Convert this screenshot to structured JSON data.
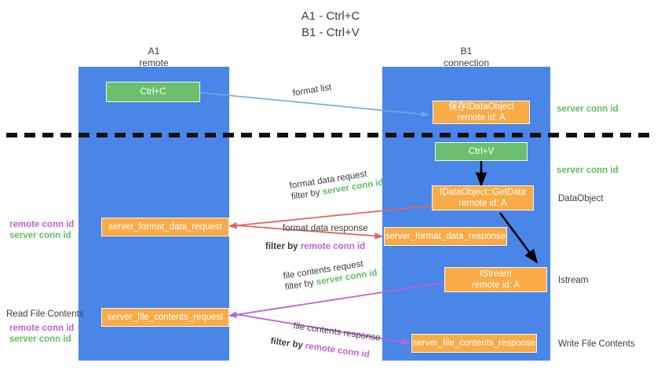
{
  "title": {
    "line1": "A1 - Ctrl+C",
    "line2": "B1 - Ctrl+V"
  },
  "lanes": [
    {
      "name": "A1",
      "subtitle": "remote"
    },
    {
      "name": "B1",
      "subtitle": "connection"
    }
  ],
  "colors": {
    "lane_blue": "#4a86e8",
    "box_green": "#6cbf6c",
    "box_orange": "#f9ab48",
    "server_conn_id_green": "#5fbf5f",
    "remote_conn_id_purple": "#c061d6",
    "arrow_blue": "#6fa8dc",
    "arrow_red": "#e06666",
    "arrow_magenta": "#c061d6",
    "arrow_black": "#000000",
    "divider_black": "#111111",
    "text": "#3c3c3c"
  },
  "boxes": {
    "ctrl_c": {
      "label": "Ctrl+C"
    },
    "save_idataobject": {
      "line1": "保存IDataObject",
      "line2": "remote id: A"
    },
    "ctrl_v": {
      "label": "Ctrl+V"
    },
    "getdata": {
      "line1": "IDataObject::GetData",
      "line2": "remote id: A"
    },
    "istream": {
      "line1": "IStream",
      "line2": "remote id: A"
    },
    "server_format_data_request": {
      "label": "server_format_data_request"
    },
    "server_format_data_response": {
      "label": "server_format_data_response"
    },
    "server_file_contents_request": {
      "label": "server_file_contents_request"
    },
    "server_file_contents_response": {
      "label": "server_file_contents_response"
    }
  },
  "annotations": {
    "format_list": "format list",
    "format_data_request": "format data request",
    "format_data_response": "format data response",
    "file_contents_request": "file contents request",
    "file_contents_response": "file contents response",
    "filter_by": "filter by",
    "server_conn_id": "server conn id",
    "remote_conn_id": "remote conn id"
  },
  "side_labels": {
    "right_server_conn_id_top": "server conn id",
    "right_server_conn_id_mid": "server conn id",
    "right_dataobject": "DataObject",
    "right_istream": "Istream",
    "right_write_file_contents": "Write File Contents",
    "left_read_file_contents": "Read File Contents",
    "left_remote_conn_id_1": "remote conn id",
    "left_server_conn_id_1": "server conn id",
    "left_remote_conn_id_2": "remote conn id",
    "left_server_conn_id_2": "server conn id"
  }
}
